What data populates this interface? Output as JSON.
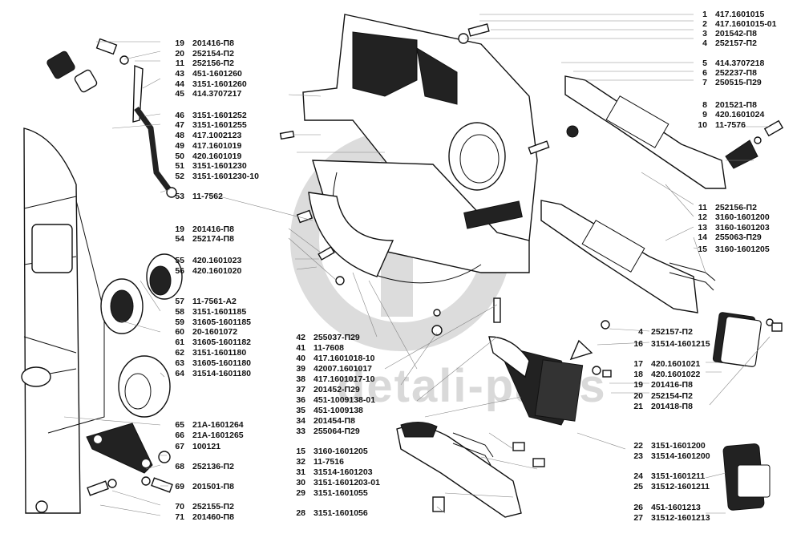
{
  "title": "Clutch housing and release mechanism — exploded parts diagram",
  "watermark": {
    "logo": "GB",
    "text": "dеtali-parts",
    "color": "#d9d9d9"
  },
  "labels_right_top": [
    {
      "num": "1",
      "part": "417.1601015"
    },
    {
      "num": "2",
      "part": "417.1601015-01"
    },
    {
      "num": "3",
      "part": "201542-П8"
    },
    {
      "num": "4",
      "part": "252157-П2"
    },
    {
      "num": "5",
      "part": "414.3707218"
    },
    {
      "num": "6",
      "part": "252237-П8"
    },
    {
      "num": "7",
      "part": "250515-П29"
    },
    {
      "num": "8",
      "part": "201521-П8"
    },
    {
      "num": "9",
      "part": "420.1601024"
    },
    {
      "num": "10",
      "part": "11-7576"
    },
    {
      "num": "11",
      "part": "252156-П2"
    },
    {
      "num": "12",
      "part": "3160-1601200"
    },
    {
      "num": "13",
      "part": "3160-1601203"
    },
    {
      "num": "14",
      "part": "255063-П29"
    },
    {
      "num": "15",
      "part": "3160-1601205"
    }
  ],
  "labels_right_bottom": [
    {
      "num": "4",
      "part": "252157-П2"
    },
    {
      "num": "16",
      "part": "31514-1601215"
    },
    {
      "num": "17",
      "part": "420.1601021"
    },
    {
      "num": "18",
      "part": "420.1601022"
    },
    {
      "num": "19",
      "part": "201416-П8"
    },
    {
      "num": "20",
      "part": "252154-П2"
    },
    {
      "num": "21",
      "part": "201418-П8"
    },
    {
      "num": "22",
      "part": "3151-1601200"
    },
    {
      "num": "23",
      "part": "31514-1601200"
    },
    {
      "num": "24",
      "part": "3151-1601211"
    },
    {
      "num": "25",
      "part": "31512-1601211"
    },
    {
      "num": "26",
      "part": "451-1601213"
    },
    {
      "num": "27",
      "part": "31512-1601213"
    }
  ],
  "labels_left": [
    {
      "num": "19",
      "part": "201416-П8"
    },
    {
      "num": "20",
      "part": "252154-П2"
    },
    {
      "num": "11",
      "part": "252156-П2"
    },
    {
      "num": "43",
      "part": "451-1601260"
    },
    {
      "num": "44",
      "part": "3151-1601260"
    },
    {
      "num": "45",
      "part": "414.3707217"
    },
    {
      "num": "46",
      "part": "3151-1601252"
    },
    {
      "num": "47",
      "part": "3151-1601255"
    },
    {
      "num": "48",
      "part": "417.1002123"
    },
    {
      "num": "49",
      "part": "417.1601019"
    },
    {
      "num": "50",
      "part": "420.1601019"
    },
    {
      "num": "51",
      "part": "3151-1601230"
    },
    {
      "num": "52",
      "part": "3151-1601230-10"
    },
    {
      "num": "53",
      "part": "11-7562"
    },
    {
      "num": "19",
      "part": "201416-П8"
    },
    {
      "num": "54",
      "part": "252174-П8"
    },
    {
      "num": "55",
      "part": "420.1601023"
    },
    {
      "num": "56",
      "part": "420.1601020"
    },
    {
      "num": "57",
      "part": "11-7561-А2"
    },
    {
      "num": "58",
      "part": "3151-1601185"
    },
    {
      "num": "59",
      "part": "31605-1601185"
    },
    {
      "num": "60",
      "part": "20-1601072"
    },
    {
      "num": "61",
      "part": "31605-1601182"
    },
    {
      "num": "62",
      "part": "3151-1601180"
    },
    {
      "num": "63",
      "part": "31605-1601180"
    },
    {
      "num": "64",
      "part": "31514-1601180"
    },
    {
      "num": "65",
      "part": "21А-1601264"
    },
    {
      "num": "66",
      "part": "21А-1601265"
    },
    {
      "num": "67",
      "part": "100121"
    },
    {
      "num": "68",
      "part": "252136-П2"
    },
    {
      "num": "69",
      "part": "201501-П8"
    },
    {
      "num": "70",
      "part": "252155-П2"
    },
    {
      "num": "71",
      "part": "201460-П8"
    }
  ],
  "labels_center": [
    {
      "num": "42",
      "part": "255037-П29"
    },
    {
      "num": "41",
      "part": "11-7608"
    },
    {
      "num": "40",
      "part": "417.1601018-10"
    },
    {
      "num": "39",
      "part": "42007.1601017"
    },
    {
      "num": "38",
      "part": "417.1601017-10"
    },
    {
      "num": "37",
      "part": "201452-П29"
    },
    {
      "num": "36",
      "part": "451-1009138-01"
    },
    {
      "num": "35",
      "part": "451-1009138"
    },
    {
      "num": "34",
      "part": "201454-П8"
    },
    {
      "num": "33",
      "part": "255064-П29"
    },
    {
      "num": "15",
      "part": "3160-1601205"
    },
    {
      "num": "32",
      "part": "11-7516"
    },
    {
      "num": "31",
      "part": "31514-1601203"
    },
    {
      "num": "30",
      "part": "3151-1601203-01"
    },
    {
      "num": "29",
      "part": "3151-1601055"
    },
    {
      "num": "28",
      "part": "3151-1601056"
    }
  ]
}
